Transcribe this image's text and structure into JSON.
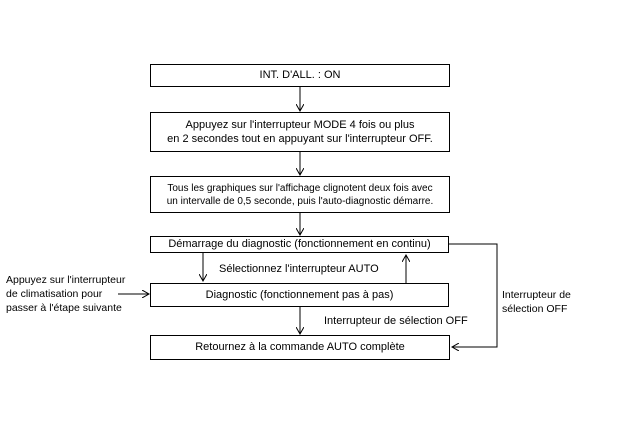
{
  "diagram": {
    "steps": {
      "ign": "INT. D'ALL. : ON",
      "mode_line1": "Appuyez sur l'interrupteur MODE 4 fois ou plus",
      "mode_line2": "en 2 secondes tout en appuyant sur l'interrupteur OFF.",
      "blink_line1": "Tous les graphiques sur l'affichage clignotent deux fois avec",
      "blink_line2": "un intervalle de 0,5 seconde, puis l'auto-diagnostic démarre.",
      "continuous": "Démarrage du diagnostic (fonctionnement en continu)",
      "stepwise": "Diagnostic (fonctionnement pas à pas)",
      "return_auto": "Retournez à la commande AUTO complète"
    },
    "labels": {
      "select_auto": "Sélectionnez l'interrupteur AUTO",
      "ac_line1": "Appuyez sur l'interrupteur",
      "ac_line2": "de climatisation pour",
      "ac_line3": "passer à l'étape suivante",
      "sel_off": "Interrupteur de sélection OFF",
      "right_line1": "Interrupteur de",
      "right_line2": "sélection OFF"
    }
  }
}
